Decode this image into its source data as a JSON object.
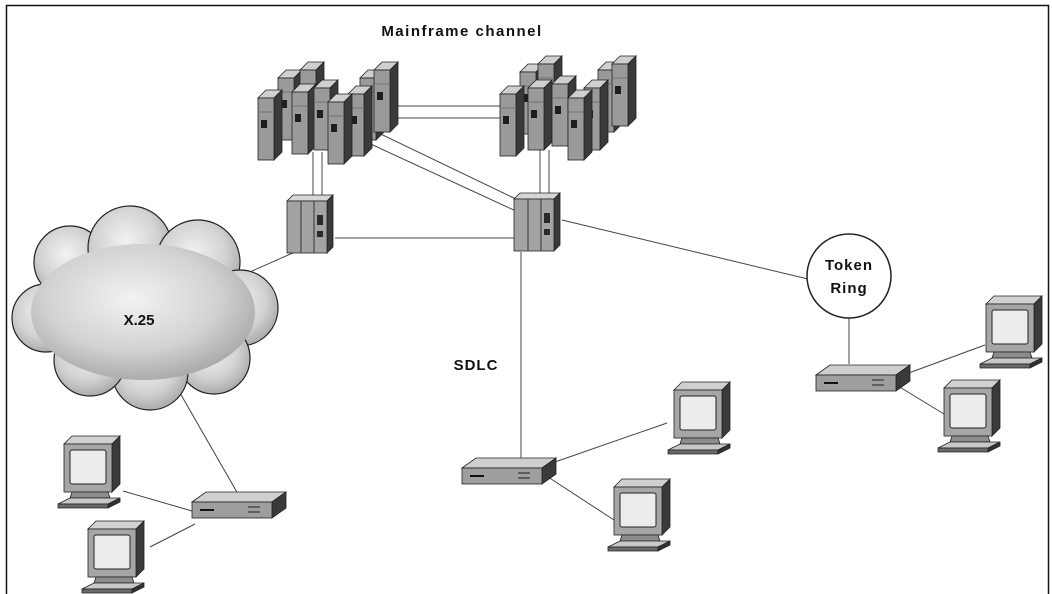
{
  "labels": {
    "title": "Mainframe channel",
    "x25": "X.25",
    "sdlc": "SDLC",
    "token_line1": "Token",
    "token_line2": "Ring"
  }
}
